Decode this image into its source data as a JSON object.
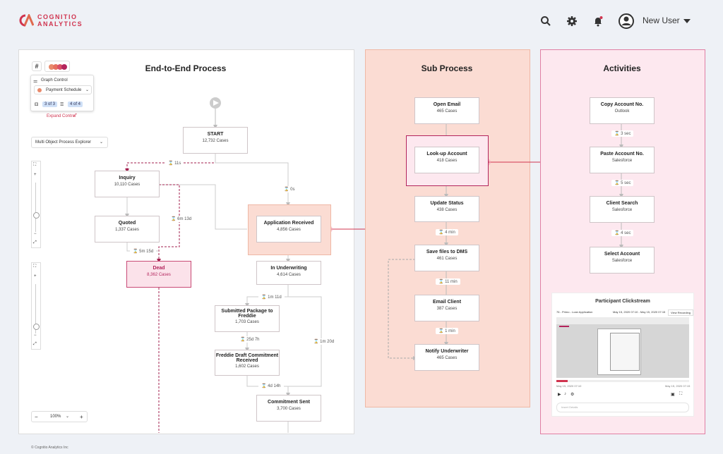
{
  "brand": {
    "line1": "COGNITIO",
    "line2": "ANALYTICS",
    "accent": "#d0344f"
  },
  "header": {
    "user_name": "New User",
    "icons": [
      "search-icon",
      "gear-icon",
      "bell-icon",
      "avatar-icon",
      "caret-down-icon"
    ]
  },
  "e2e": {
    "title": "End-to-End Process",
    "graph_control": {
      "title": "Graph Control",
      "dropdown": "Payment Schedule",
      "chip1": "3 of 3",
      "chip2": "4 of 4",
      "expand": "Expand Control"
    },
    "explorer_select": "Multi Object Process Explorer",
    "zoom": "100%",
    "nodes": {
      "start": {
        "title": "START",
        "cases": "12,732 Cases"
      },
      "inquiry": {
        "title": "Inquiry",
        "cases": "10,110 Cases"
      },
      "quoted": {
        "title": "Quoted",
        "cases": "1,337 Cases"
      },
      "dead": {
        "title": "Dead",
        "cases": "8,362 Cases"
      },
      "app_received": {
        "title": "Application Received",
        "cases": "4,856 Cases"
      },
      "underwriting": {
        "title": "In Underwriting",
        "cases": "4,614 Cases"
      },
      "submitted": {
        "title": "Submitted Package to Freddie",
        "cases": "1,703 Cases"
      },
      "freddie_draft": {
        "title": "Freddie Draft Commitment Received",
        "cases": "1,602 Cases"
      },
      "commitment": {
        "title": "Commitment Sent",
        "cases": "3,700 Cases"
      }
    },
    "edges": {
      "e11s": "11s",
      "e0s": "0s",
      "e6m": "6m 13d",
      "e5m": "5m 15d",
      "e1m11": "1m 11d",
      "e25d": "25d 7h",
      "e1m20": "1m 20d",
      "e4d": "4d 14h"
    }
  },
  "sub": {
    "title": "Sub Process",
    "nodes": {
      "open_email": {
        "title": "Open Email",
        "cases": "465 Cases"
      },
      "lookup": {
        "title": "Look-up Account",
        "cases": "418 Cases"
      },
      "update": {
        "title": "Update Status",
        "cases": "438 Cases"
      },
      "save": {
        "title": "Save files to DMS",
        "cases": "461 Cases"
      },
      "email_client": {
        "title": "Email Client",
        "cases": "387 Cases"
      },
      "notify": {
        "title": "Notify Underwriter",
        "cases": "465 Cases"
      }
    },
    "edges": {
      "e4min": "4 min",
      "e11min": "11 min",
      "e1min": "1 min"
    }
  },
  "activities": {
    "title": "Activities",
    "nodes": {
      "copy": {
        "title": "Copy Account No.",
        "app": "Outlook"
      },
      "paste": {
        "title": "Paste Account No.",
        "app": "Salesforce"
      },
      "search": {
        "title": "Client Search",
        "app": "Salesforce"
      },
      "select": {
        "title": "Select Account",
        "app": "Salesforce"
      }
    },
    "edges": {
      "e3": "3 sec",
      "e5": "5 sec",
      "e4": "4 sec"
    },
    "clickstream": {
      "title": "Participant Clickstream",
      "participant": "76 - Primo - Loan Application",
      "range": "May 15, 2020 07:10 - May 15, 2020 07:15",
      "button": "View Recording",
      "t_start": "May 15, 2020 07:10",
      "t_end": "May 15, 2020 07:15",
      "comment_placeholder": "Insert Details"
    }
  },
  "footer": {
    "text": "© Cognitio Analytics Inc"
  }
}
